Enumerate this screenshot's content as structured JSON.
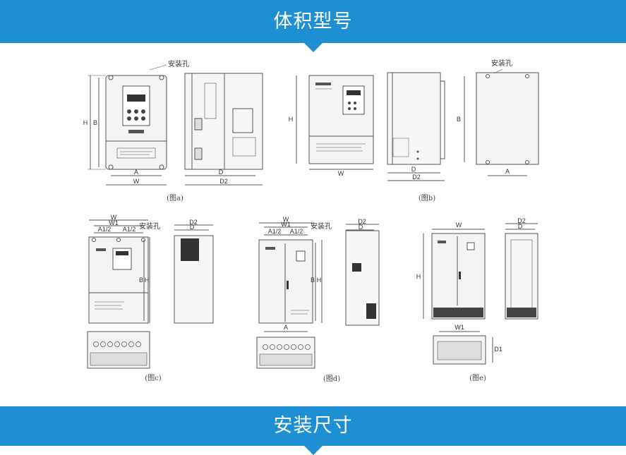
{
  "header_top": {
    "title": "体积型号"
  },
  "header_bottom": {
    "title": "安装尺寸"
  },
  "figures": {
    "a": {
      "caption": "(图a)",
      "mount_hole": "安装孔",
      "dims": {
        "H": "H",
        "B": "B",
        "A": "A",
        "W": "W",
        "D": "D",
        "D2": "D2"
      }
    },
    "b": {
      "caption": "(图b)",
      "mount_hole": "安装孔",
      "dims": {
        "H": "H",
        "W": "W",
        "D": "D",
        "D2": "D2",
        "B": "B",
        "A": "A"
      }
    },
    "c": {
      "caption": "(图c)",
      "mount_hole": "安装孔",
      "dims": {
        "W": "W",
        "W1": "W1",
        "A12a": "A1/2",
        "A12b": "A1/2",
        "B": "B",
        "H": "H",
        "D2": "D2",
        "D": "D"
      }
    },
    "d": {
      "caption": "(图d)",
      "mount_hole": "安装孔",
      "dims": {
        "W": "W",
        "W1": "W1",
        "A12a": "A1/2",
        "A12b": "A1/2",
        "B": "B",
        "H": "H",
        "A": "A",
        "D2": "D2",
        "D": "D"
      }
    },
    "e": {
      "caption": "(图e)",
      "dims": {
        "W": "W",
        "H": "H",
        "D2": "D2",
        "D": "D",
        "W1": "W1",
        "D1": "D1"
      }
    }
  },
  "colors": {
    "banner": "#1f8fd3",
    "line": "#555555",
    "panel": "#f2f2f2"
  }
}
